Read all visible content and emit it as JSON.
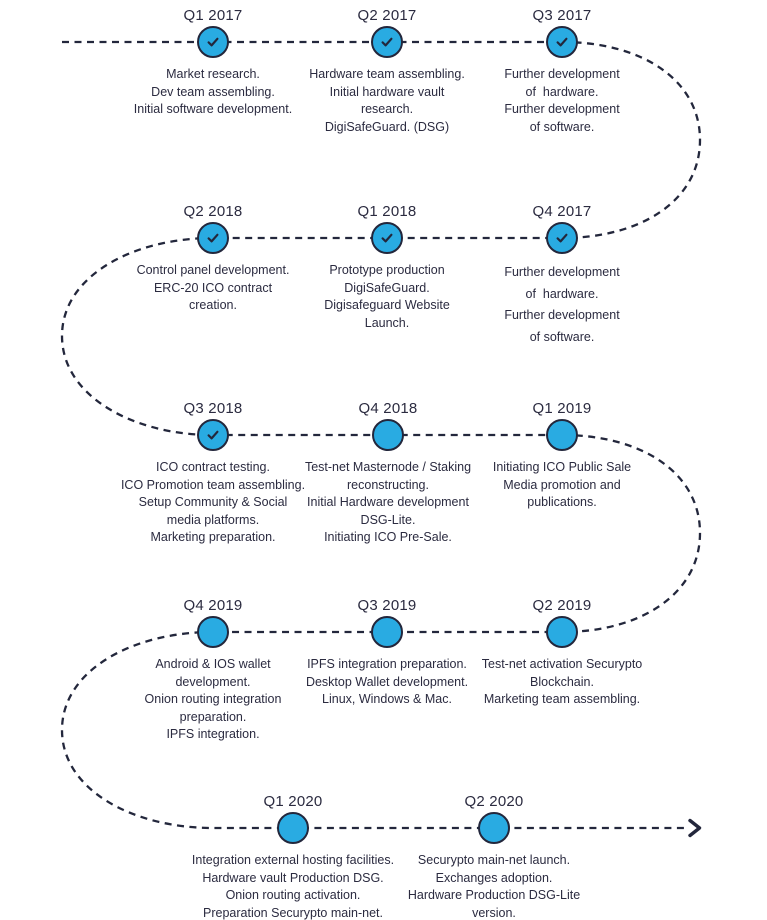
{
  "colors": {
    "node_fill": "#29ABE2",
    "line": "#23273C",
    "text": "#2B2B40",
    "background": "#FFFFFF"
  },
  "icons": {
    "check": "check-icon",
    "arrow": "arrow-right-icon"
  },
  "timeline": {
    "nodes": [
      {
        "quarter": "Q1 2017",
        "completed": true,
        "description": "Market research.\nDev team assembling.\nInitial software development."
      },
      {
        "quarter": "Q2 2017",
        "completed": true,
        "description": "Hardware team assembling.\nInitial hardware vault\nresearch.\nDigiSafeGuard. (DSG)"
      },
      {
        "quarter": "Q3 2017",
        "completed": true,
        "description": "Further development\nof  hardware.\nFurther development\nof software."
      },
      {
        "quarter": "Q2 2018",
        "completed": true,
        "description": "Control panel development.\nERC-20 ICO contract\ncreation."
      },
      {
        "quarter": "Q1 2018",
        "completed": true,
        "description": "Prototype production\nDigiSafeGuard.\nDigisafeguard Website\nLaunch."
      },
      {
        "quarter": "Q4 2017",
        "completed": true,
        "description": "Further development\nof  hardware.\nFurther development\nof software."
      },
      {
        "quarter": "Q3 2018",
        "completed": true,
        "description": "ICO contract testing.\nICO Promotion team assembling.\nSetup Community & Social\nmedia platforms.\nMarketing preparation."
      },
      {
        "quarter": "Q4 2018",
        "completed": false,
        "description": "Test-net Masternode / Staking\nreconstructing.\nInitial Hardware development\nDSG-Lite.\nInitiating ICO Pre-Sale."
      },
      {
        "quarter": "Q1 2019",
        "completed": false,
        "description": "Initiating ICO Public Sale\nMedia promotion and\npublications."
      },
      {
        "quarter": "Q4 2019",
        "completed": false,
        "description": "Android & IOS wallet\ndevelopment.\nOnion routing integration\npreparation.\nIPFS integration."
      },
      {
        "quarter": "Q3 2019",
        "completed": false,
        "description": "IPFS integration preparation.\nDesktop Wallet development.\nLinux, Windows & Mac."
      },
      {
        "quarter": "Q2 2019",
        "completed": false,
        "description": "Test-net activation Securypto\nBlockchain.\nMarketing team assembling."
      },
      {
        "quarter": "Q1 2020",
        "completed": false,
        "description": "Integration external hosting facilities.\nHardware vault Production DSG.\nOnion routing activation.\nPreparation Securypto main-net."
      },
      {
        "quarter": "Q2 2020",
        "completed": false,
        "description": "Securypto main-net launch.\nExchanges adoption.\nHardware Production DSG-Lite\nversion."
      }
    ]
  }
}
